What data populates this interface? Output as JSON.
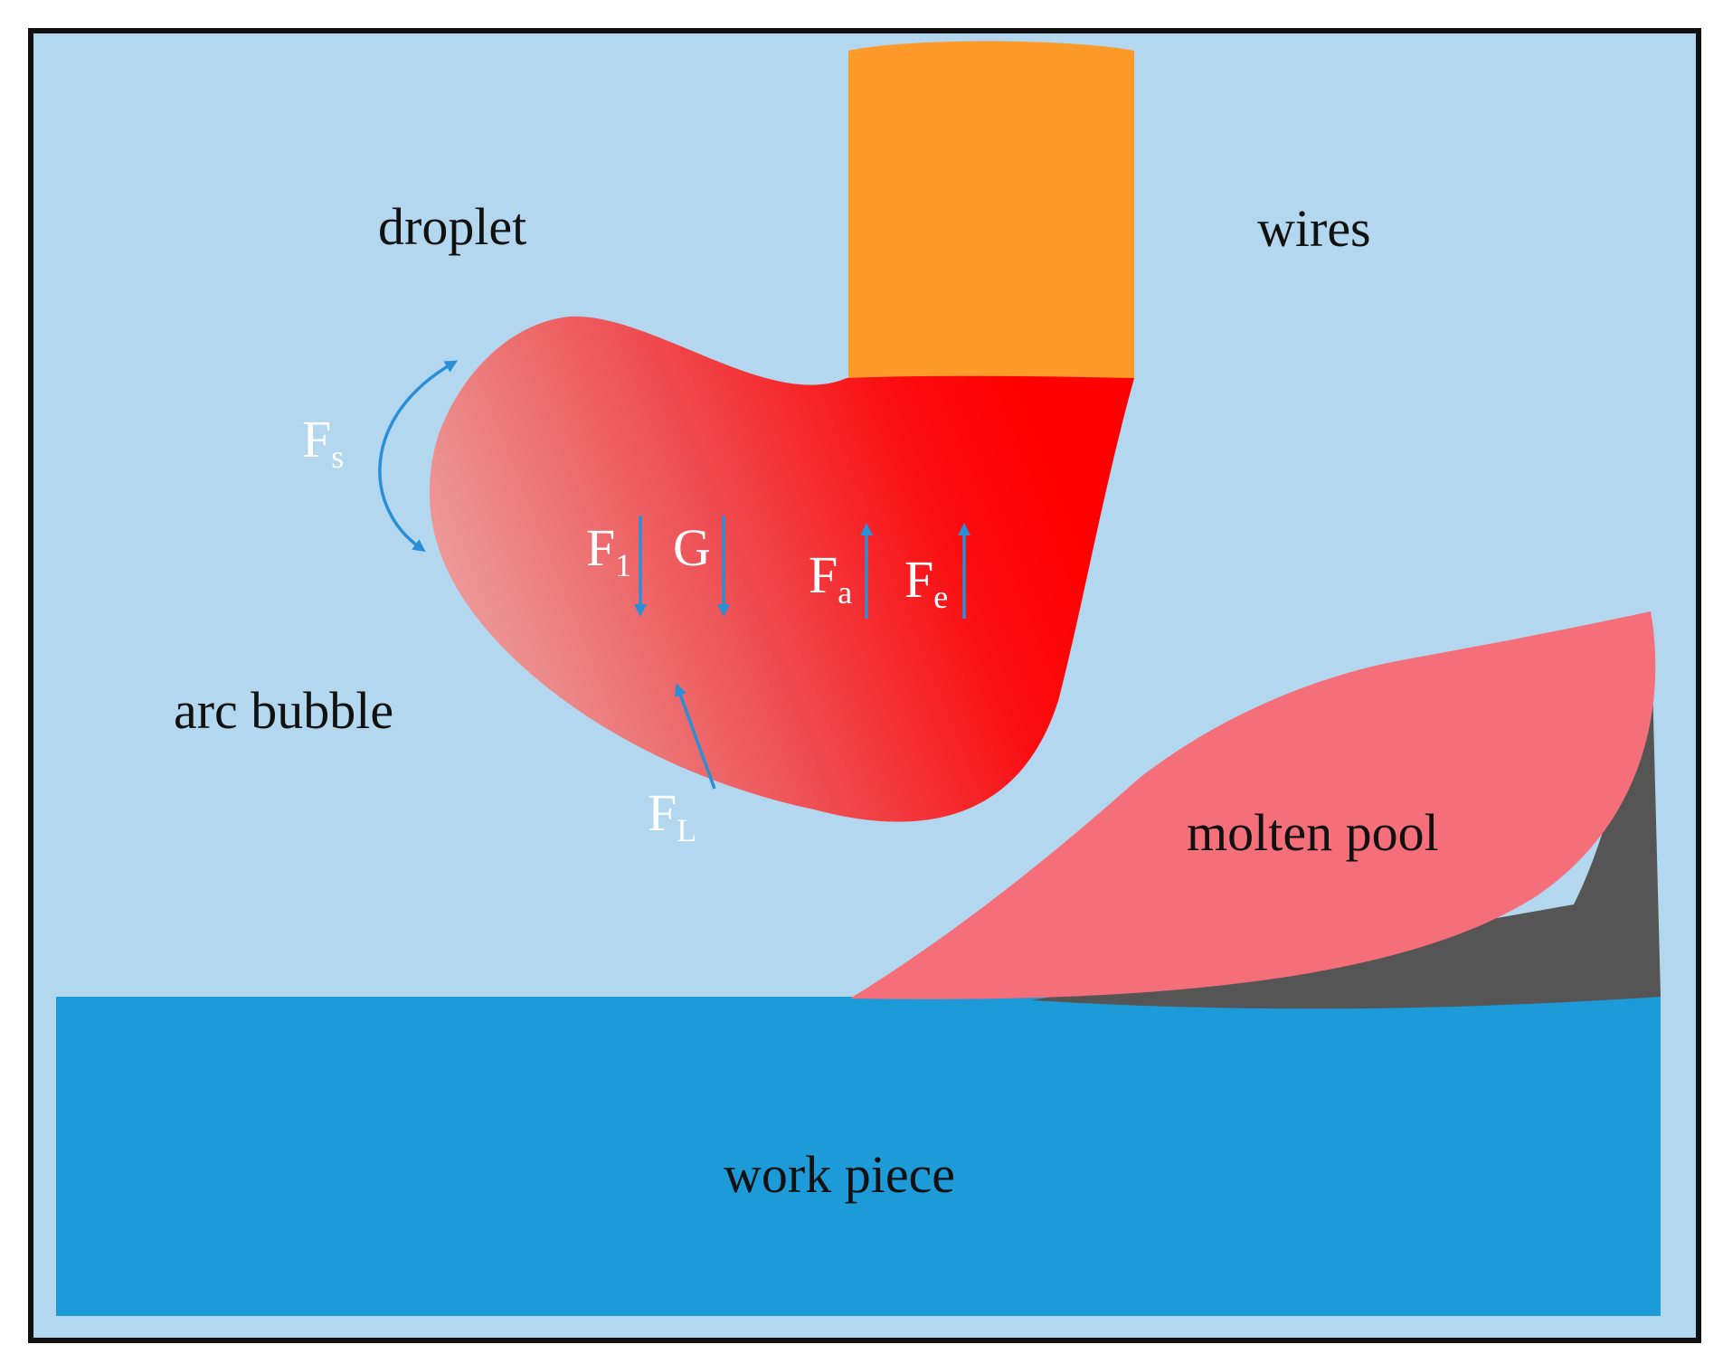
{
  "labels": {
    "droplet": "droplet",
    "wires": "wires",
    "arc_bubble": "arc bubble",
    "molten_pool": "molten pool",
    "work_piece": "work piece"
  },
  "forces": {
    "fs": {
      "main": "F",
      "sub": "s"
    },
    "f1": {
      "main": "F",
      "sub": "1"
    },
    "g": {
      "main": "G",
      "sub": ""
    },
    "fa": {
      "main": "F",
      "sub": "a"
    },
    "fe": {
      "main": "F",
      "sub": "e"
    },
    "fl": {
      "main": "F",
      "sub": "L"
    }
  },
  "colors": {
    "background": "#b3d7ee",
    "frame": "#111111",
    "wire": "#fd9a2a",
    "droplet_light": "#ec9b9a",
    "droplet_dark": "#ff0000",
    "molten_pool": "#f46f7a",
    "pool_shadow": "#555555",
    "work_piece": "#1c9bd8",
    "arrow": "#2a8fd6"
  }
}
